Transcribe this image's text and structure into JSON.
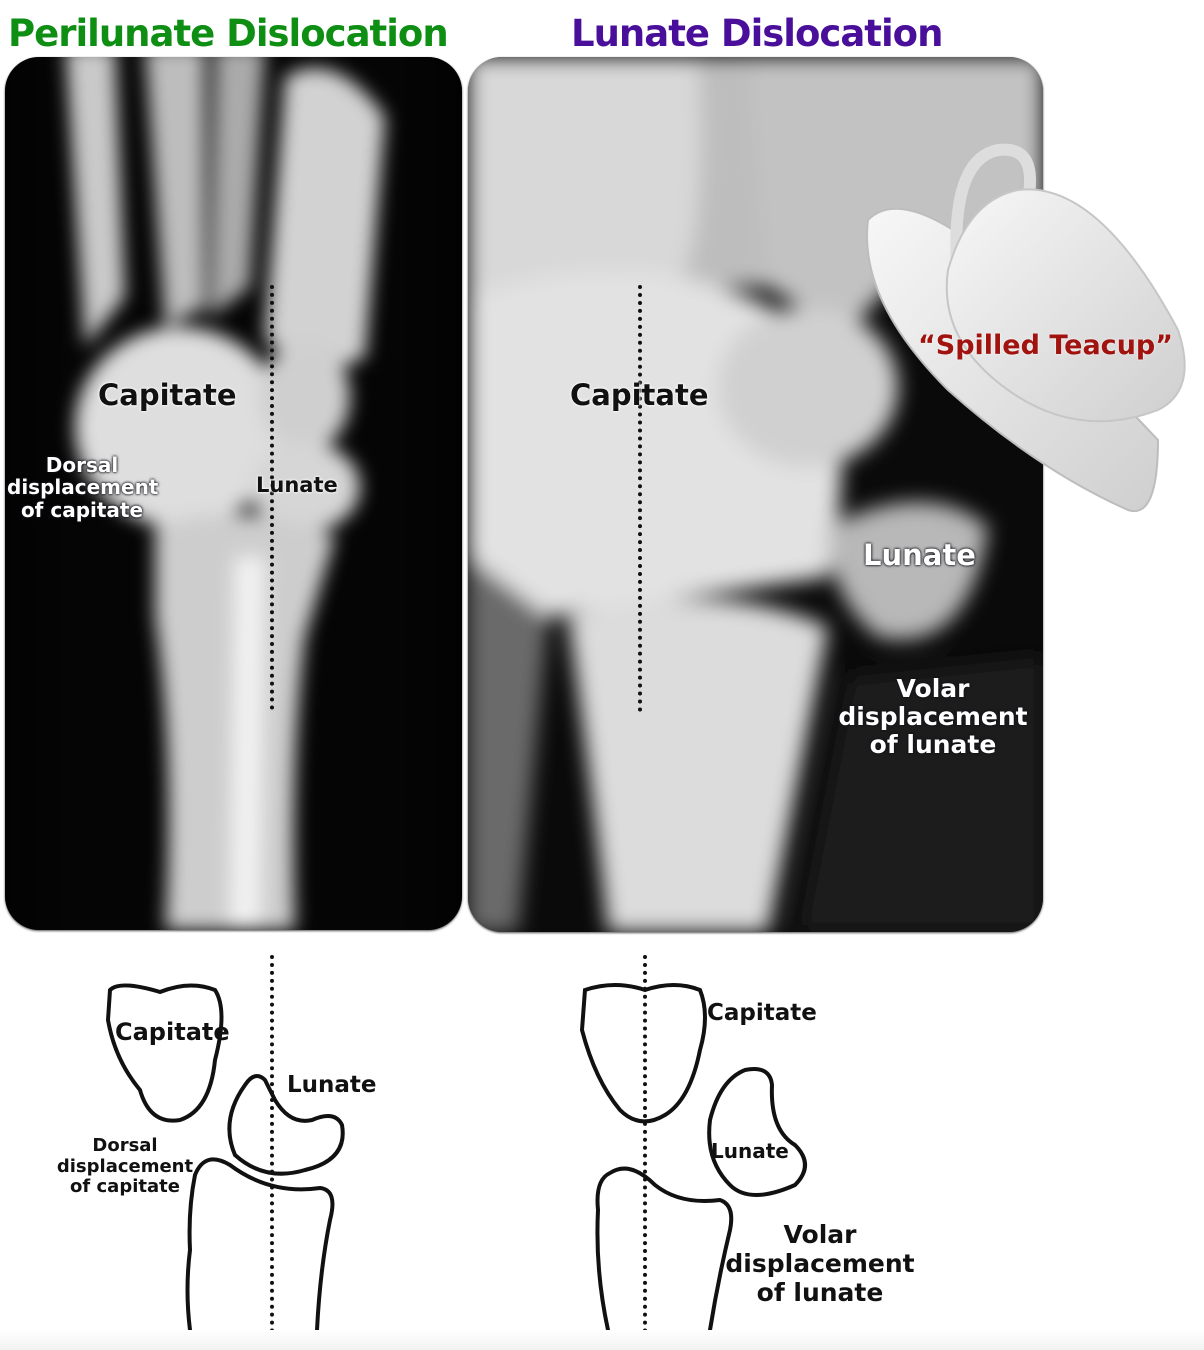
{
  "figure": {
    "left": {
      "title": "Perilunate Dislocation",
      "title_color": "#0e8f14",
      "xray_labels": {
        "capitate": "Capitate",
        "lunate": "Lunate",
        "displacement": [
          "Dorsal",
          "displacement",
          "of capitate"
        ]
      },
      "diagram_labels": {
        "capitate": "Capitate",
        "lunate": "Lunate",
        "displacement": [
          "Dorsal",
          "displacement",
          "of capitate"
        ]
      }
    },
    "right": {
      "title": "Lunate Dislocation",
      "title_color": "#4a0f9a",
      "xray_labels": {
        "capitate": "Capitate",
        "lunate": "Lunate",
        "displacement": [
          "Volar",
          "displacement",
          "of lunate"
        ],
        "teacup": "“Spilled Teacup”"
      },
      "teacup_color": "#a1130f",
      "diagram_labels": {
        "capitate": "Capitate",
        "lunate": "Lunate",
        "displacement": [
          "Volar",
          "displacement",
          "of lunate"
        ]
      }
    }
  }
}
